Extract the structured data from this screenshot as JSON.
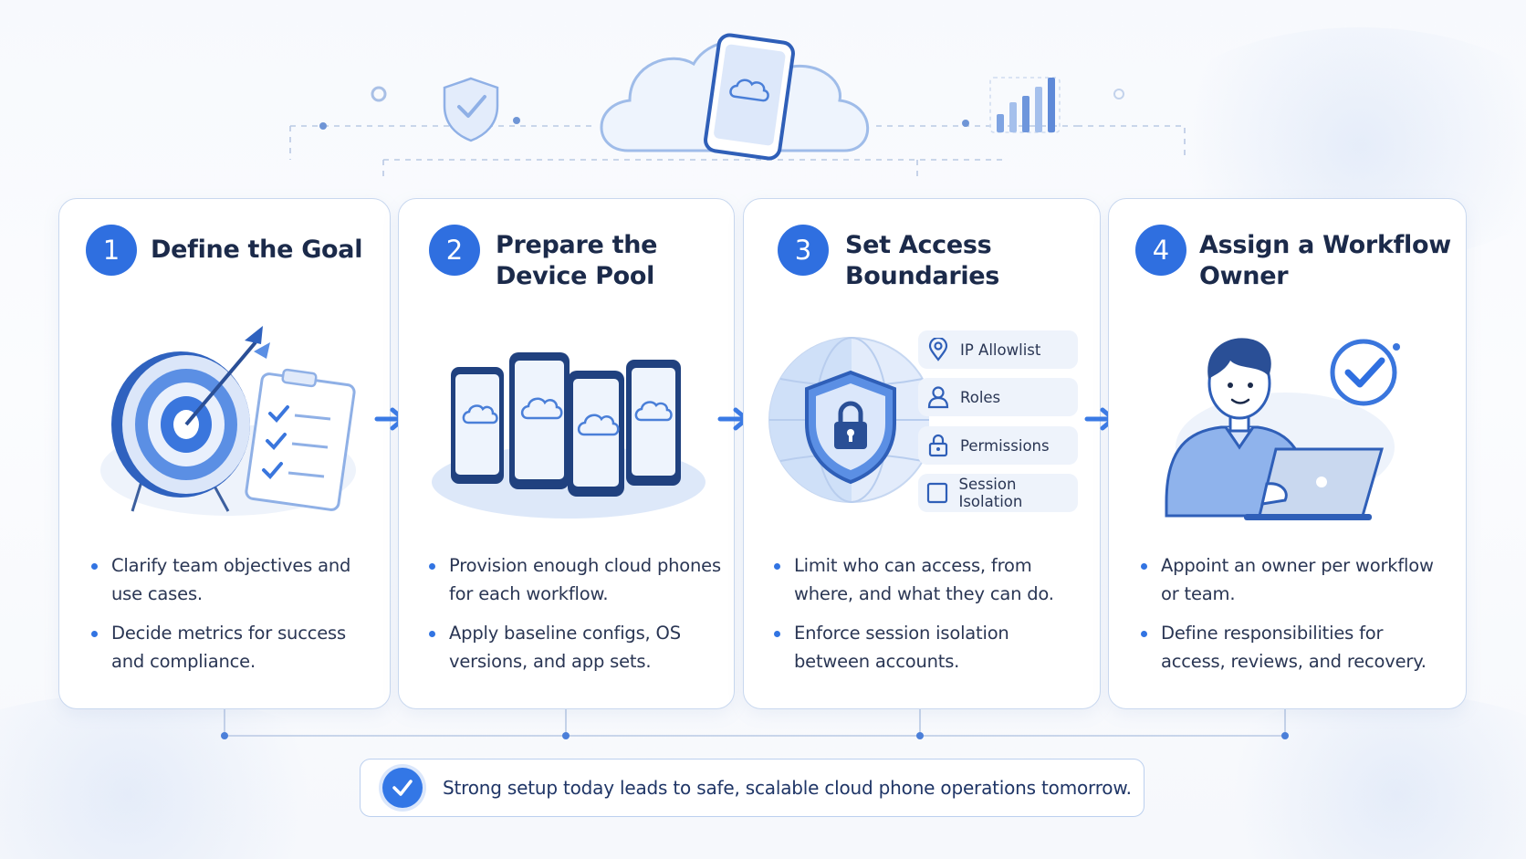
{
  "colors": {
    "accent": "#2f6fe0",
    "card_border": "#c9d8ef",
    "light_blue": "#dbe7fb",
    "text_dark": "#1b2a4a"
  },
  "steps": [
    {
      "number": "1",
      "title_lines": [
        "Define the Goal"
      ],
      "illustration": "target-with-checklist",
      "bullets": [
        [
          "Clarify team objectives and",
          "use cases."
        ],
        [
          "Decide metrics for success",
          "and compliance."
        ]
      ]
    },
    {
      "number": "2",
      "title_lines": [
        "Prepare the",
        "Device Pool"
      ],
      "illustration": "cloud-phone-pool",
      "bullets": [
        [
          "Provision enough cloud phones",
          "for each workflow."
        ],
        [
          "Apply baseline configs, OS",
          "versions, and app sets."
        ]
      ]
    },
    {
      "number": "3",
      "title_lines": [
        "Set Access",
        "Boundaries"
      ],
      "illustration": "globe-with-shield",
      "access_items": [
        {
          "icon": "location-pin-icon",
          "label": "IP Allowlist"
        },
        {
          "icon": "user-icon",
          "label": "Roles"
        },
        {
          "icon": "padlock-icon",
          "label": "Permissions"
        },
        {
          "icon": "square-icon",
          "label": "Session Isolation"
        }
      ],
      "bullets": [
        [
          "Limit who can access, from",
          "where, and what they can do."
        ],
        [
          "Enforce session isolation",
          "between accounts."
        ]
      ]
    },
    {
      "number": "4",
      "title_lines": [
        "Assign a Workflow",
        "Owner"
      ],
      "illustration": "person-at-laptop-with-check",
      "bullets": [
        [
          "Appoint an owner per workflow",
          "or team."
        ],
        [
          "Define responsibilities for",
          "access, reviews, and recovery."
        ]
      ]
    }
  ],
  "footer": {
    "icon": "check-circle-icon",
    "text": "Strong setup today leads to safe, scalable cloud phone operations tomorrow."
  },
  "header_icons": [
    "shield-check-icon",
    "cloud-phone-icon",
    "bar-chart-icon"
  ]
}
